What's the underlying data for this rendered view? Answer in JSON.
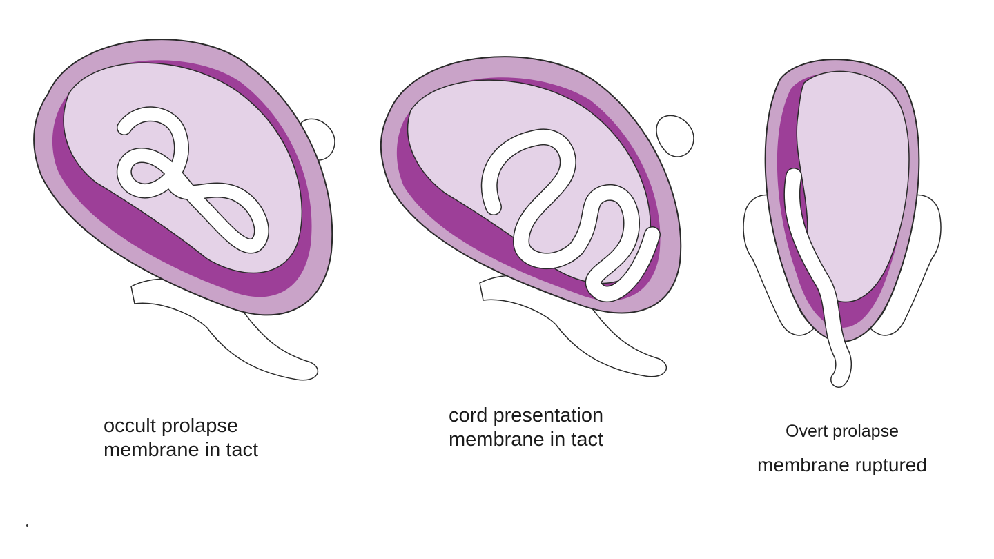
{
  "panels": [
    {
      "caption_line1": "occult prolapse",
      "caption_line2": "membrane in tact"
    },
    {
      "caption_line1": "cord presentation",
      "caption_line2": "membrane in tact"
    },
    {
      "caption_line1": "Overt prolapse",
      "caption_line2": "membrane ruptured"
    }
  ],
  "colors": {
    "uterus_wall": "#b98ab8",
    "uterus_inner": "#9d3f98",
    "fetus": "#e4d2e7",
    "cord": "#ffffff",
    "outline": "#2a2a2a"
  }
}
